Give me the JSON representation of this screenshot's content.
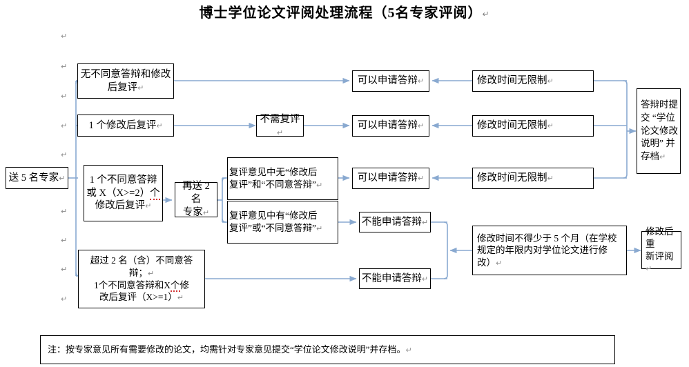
{
  "title": {
    "text": "博士学位论文评阅处理流程（5名专家评阅）",
    "pilcrow": "↵"
  },
  "pilcrow": "↵",
  "nodes": {
    "start": {
      "line1": "送 5 名专家"
    },
    "case1": {
      "line1": "无不同意答辩和修改",
      "line2": "后复评"
    },
    "case2": {
      "line1": "1 个修改后复评"
    },
    "case3": {
      "line1": "1 个不同意答辩",
      "line2a": "或 X（X>=2）",
      "line2b": "个",
      "line3": "修改后复评"
    },
    "case4": {
      "line1": "超过 2 名（含）不同意答",
      "line2": "辩；",
      "line3a": "1个不同意答辩和X",
      "line3b": "个",
      "line3c": "修",
      "line4": "改后复评（X>=1）"
    },
    "resend": {
      "line1": "再送 2 名",
      "line2": "专家"
    },
    "no_review": {
      "line1": "不需复评"
    },
    "review_ok": {
      "line1": "复评意见中无“修改后",
      "line2": "复评”和“不同意答辩”"
    },
    "review_bad": {
      "line1": "复评意见中有“修改后",
      "line2": "复评”或“不同意答辩”"
    },
    "can_defend_1": {
      "line1": "可以申请答辩"
    },
    "can_defend_2": {
      "line1": "可以申请答辩"
    },
    "can_defend_3": {
      "line1": "可以申请答辩"
    },
    "cannot_defend_1": {
      "line1": "不能申请答辩"
    },
    "cannot_defend_2": {
      "line1": "不能申请答辩"
    },
    "unlimited_1": {
      "line1": "修改时间无限制"
    },
    "unlimited_2": {
      "line1": "修改时间无限制"
    },
    "unlimited_3": {
      "line1": "修改时间无限制"
    },
    "submit_archive": {
      "line1": "答辩时提",
      "line2": "交 “学位",
      "line3": "论文修改",
      "line4": "说明” 并",
      "line5": "存档"
    },
    "min_five_months": {
      "line1": "修改时间不得少于 5 个月（在学校",
      "line2": "规定的年限内对学位论文进行修",
      "line3": "改）"
    },
    "re_review": {
      "line1": "修改后重",
      "line2": "新评阅"
    }
  },
  "note": {
    "text": "注：按专家意见所有需要修改的论文，均需针对专家意见提交“学位论文修改说明”并存档。"
  },
  "colors": {
    "connector": "#89a9d0",
    "border": "#000000",
    "background": "#ffffff",
    "pilcrow": "#8a8a8a",
    "spellcheck_underline": "#d03030"
  },
  "margin_marks": [
    "↵",
    "↵",
    "↵",
    "↵",
    "↵",
    "↵",
    "↵",
    "↵",
    "↵"
  ]
}
